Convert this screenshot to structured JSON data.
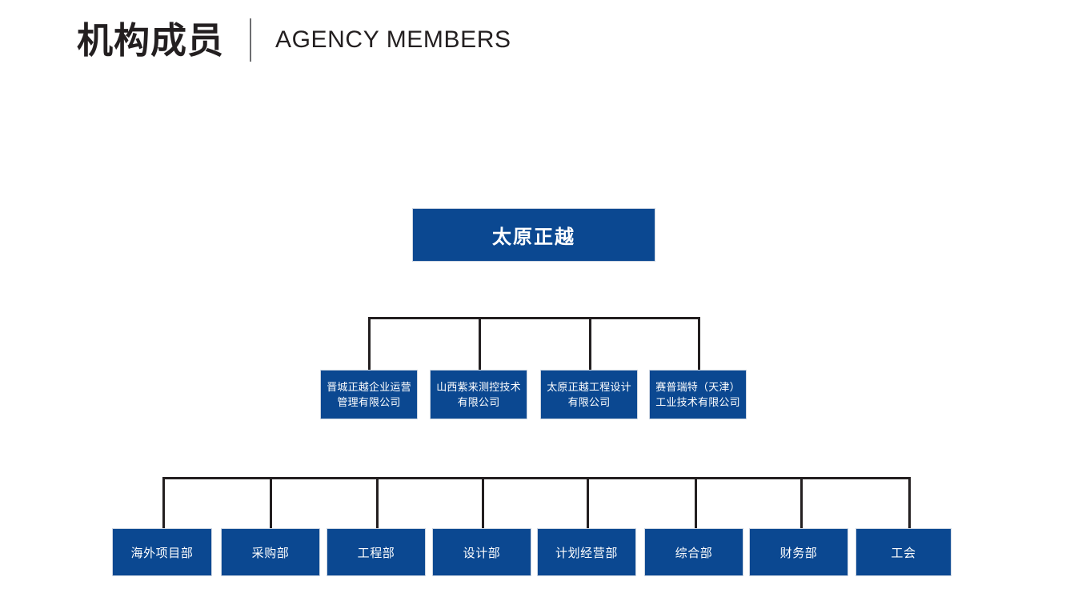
{
  "header": {
    "title_cn": "机构成员",
    "title_en": "AGENCY MEMBERS",
    "divider": "vertical-rule"
  },
  "theme": {
    "box_fill": "#0b4891",
    "box_text": "#ffffff",
    "connector": "#231f20",
    "background": "#ffffff",
    "title_color": "#231f20"
  },
  "chart_data": {
    "type": "org-chart",
    "title": "机构成员",
    "levels": 3,
    "root": {
      "label": "太原正越"
    },
    "level2": [
      {
        "label": "晋城正越企业运营管理有限公司"
      },
      {
        "label": "山西紫来测控技术有限公司"
      },
      {
        "label": "太原正越工程设计有限公司"
      },
      {
        "label": "赛普瑞特（天津）工业技术有限公司"
      }
    ],
    "level3": [
      {
        "label": "海外项目部"
      },
      {
        "label": "采购部"
      },
      {
        "label": "工程部"
      },
      {
        "label": "设计部"
      },
      {
        "label": "计划经营部"
      },
      {
        "label": "综合部"
      },
      {
        "label": "财务部"
      },
      {
        "label": "工会"
      }
    ]
  }
}
